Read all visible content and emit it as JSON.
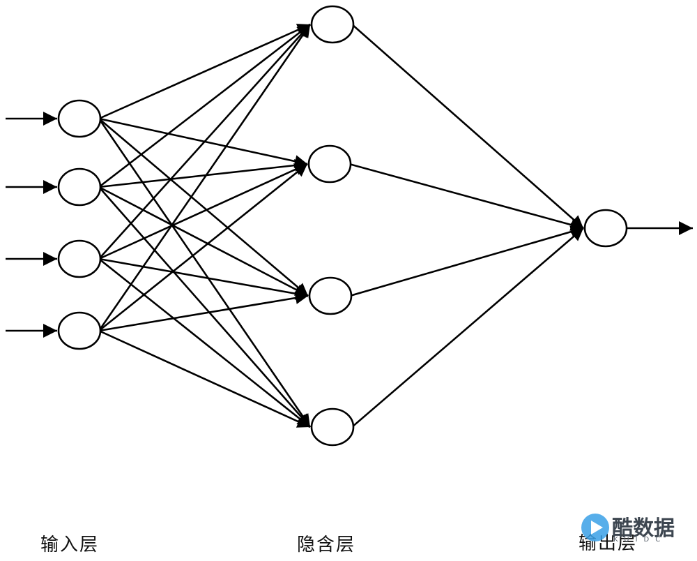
{
  "labels": {
    "input_layer": "输入层",
    "hidden_layer": "隐含层",
    "output_layer": "输出层"
  },
  "network": {
    "input_nodes": 4,
    "hidden_nodes": 4,
    "output_nodes": 1,
    "fully_connected": true
  },
  "watermark": {
    "text": "酷数据",
    "subtext": "KUIDC"
  },
  "colors": {
    "stroke": "#000000",
    "watermark_blue": "#3aa0e6"
  }
}
